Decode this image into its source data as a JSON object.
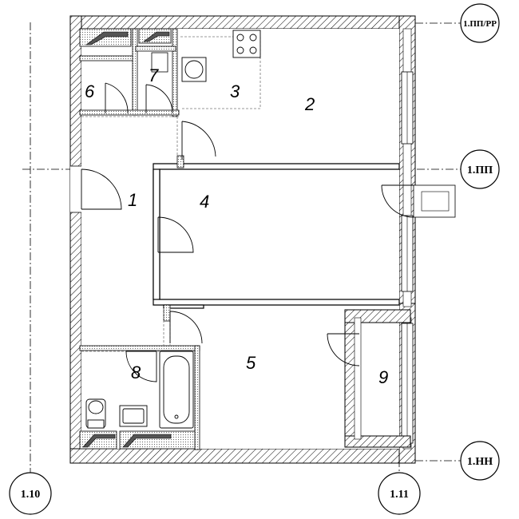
{
  "rooms": [
    {
      "id": "1",
      "label": "1"
    },
    {
      "id": "2",
      "label": "2"
    },
    {
      "id": "3",
      "label": "3"
    },
    {
      "id": "4",
      "label": "4"
    },
    {
      "id": "5",
      "label": "5"
    },
    {
      "id": "6",
      "label": "6"
    },
    {
      "id": "7",
      "label": "7"
    },
    {
      "id": "8",
      "label": "8"
    },
    {
      "id": "9",
      "label": "9"
    }
  ],
  "axes": {
    "top_right": "1.ПП/РР",
    "mid_right": "1.ПП",
    "bottom_right": "1.НН",
    "bottom_left": "1.10",
    "bottom_mid": "1.11"
  }
}
